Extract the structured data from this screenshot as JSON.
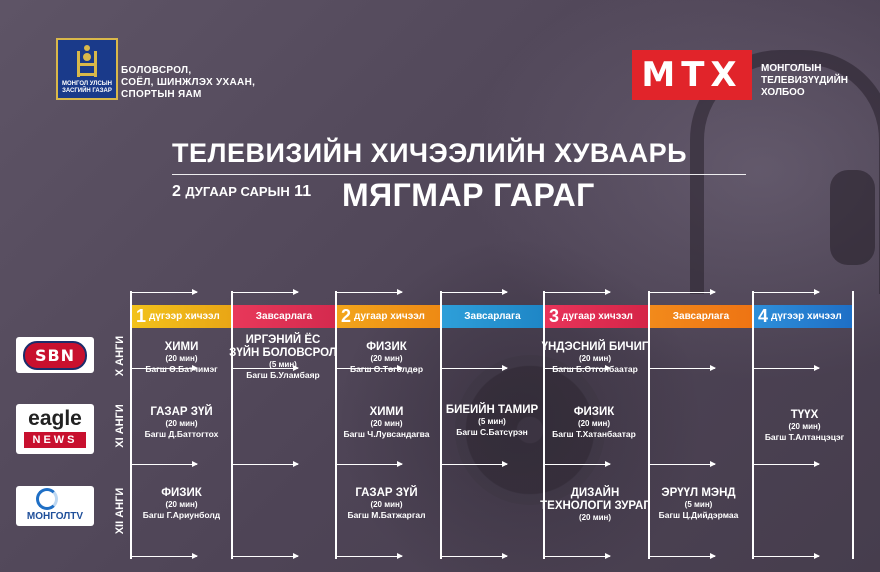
{
  "header": {
    "emblem_text": "МОНГОЛ УЛСЫН\nЗАСГИЙН ГАЗАР",
    "ministry": "БОЛОВСРОЛ,\nСОЁЛ, ШИНЖЛЭХ УХААН,\nСПОРТЫН ЯАМ",
    "mtx_logo": "МТХ",
    "mtx_name": "МОНГОЛЫН\nТЕЛЕВИЗҮҮДИЙН\nХОЛБОО"
  },
  "title": "ТЕЛЕВИЗИЙН ХИЧЭЭЛИЙН ХУВААРЬ",
  "date": {
    "num_month": "2",
    "month_label": "ДУГААР САРЫН",
    "day": "11",
    "weekday": "МЯГМАР ГАРАГ"
  },
  "columns": [
    {
      "num": "1",
      "label": "дүгээр хичээл",
      "color": "#f2c21b",
      "color2": "#e9a615"
    },
    {
      "num": "",
      "label": "Завсарлага",
      "color": "#e8385a",
      "color2": "#d42a4e"
    },
    {
      "num": "2",
      "label": "дугаар хичээл",
      "color": "#f2a51b",
      "color2": "#ee8a14"
    },
    {
      "num": "",
      "label": "Завсарлага",
      "color": "#2e9fd9",
      "color2": "#1e86c6"
    },
    {
      "num": "3",
      "label": "дугаар хичээл",
      "color": "#e8345a",
      "color2": "#d52548"
    },
    {
      "num": "",
      "label": "Завсарлага",
      "color": "#f28a1b",
      "color2": "#ee7413"
    },
    {
      "num": "4",
      "label": "дүгээр хичээл",
      "color": "#2e8fd9",
      "color2": "#1e6fc6"
    }
  ],
  "grades": [
    "X АНГИ",
    "XI АНГИ",
    "XII АНГИ"
  ],
  "channels": {
    "sbn": "SBN",
    "eagle_top": "eagle",
    "eagle_bottom": "NEWS",
    "mongol": "МОНГОЛTV"
  },
  "lessons": {
    "g10_l1": {
      "subject": "ХИМИ",
      "duration": "(20 мин)",
      "teacher": "Багш Ө.Батчимэг"
    },
    "g10_b1": {
      "subject": "ИРГЭНИЙ ЁС\nЗҮЙН БОЛОВСРОЛ",
      "duration": "(5 мин)",
      "teacher": "Багш Б.Уламбаяр"
    },
    "g10_l2": {
      "subject": "ФИЗИК",
      "duration": "(20 мин)",
      "teacher": "Багш О.Төгөлдөр"
    },
    "g10_l3": {
      "subject": "ҮНДЭСНИЙ БИЧИГ",
      "duration": "(20 мин)",
      "teacher": "Багш Б.Отгонбаатар"
    },
    "g11_l1": {
      "subject": "ГАЗАР ЗҮЙ",
      "duration": "(20 мин)",
      "teacher": "Багш Д.Баттогтох"
    },
    "g11_l2": {
      "subject": "ХИМИ",
      "duration": "(20 мин)",
      "teacher": "Багш Ч.Лувсандагва"
    },
    "g11_b2": {
      "subject": "БИЕИЙН ТАМИР",
      "duration": "(5 мин)",
      "teacher": "Багш С.Батсүрэн"
    },
    "g11_l3": {
      "subject": "ФИЗИК",
      "duration": "(20 мин)",
      "teacher": "Багш Т.Хатанбаатар"
    },
    "g11_l4": {
      "subject": "ТҮҮХ",
      "duration": "(20 мин)",
      "teacher": "Багш Т.Алтанцэцэг"
    },
    "g12_l1": {
      "subject": "ФИЗИК",
      "duration": "(20 мин)",
      "teacher": "Багш Г.Ариунболд"
    },
    "g12_l2": {
      "subject": "ГАЗАР ЗҮЙ",
      "duration": "(20 мин)",
      "teacher": "Багш М.Батжаргал"
    },
    "g12_l3": {
      "subject": "ДИЗАЙН\nТЕХНОЛОГИ ЗУРАГ",
      "duration": "(20 мин)",
      "teacher": ""
    },
    "g12_b3": {
      "subject": "ЭРҮҮЛ МЭНД",
      "duration": "(5 мин)",
      "teacher": "Багш Ц.Дийдэрмаа"
    }
  }
}
